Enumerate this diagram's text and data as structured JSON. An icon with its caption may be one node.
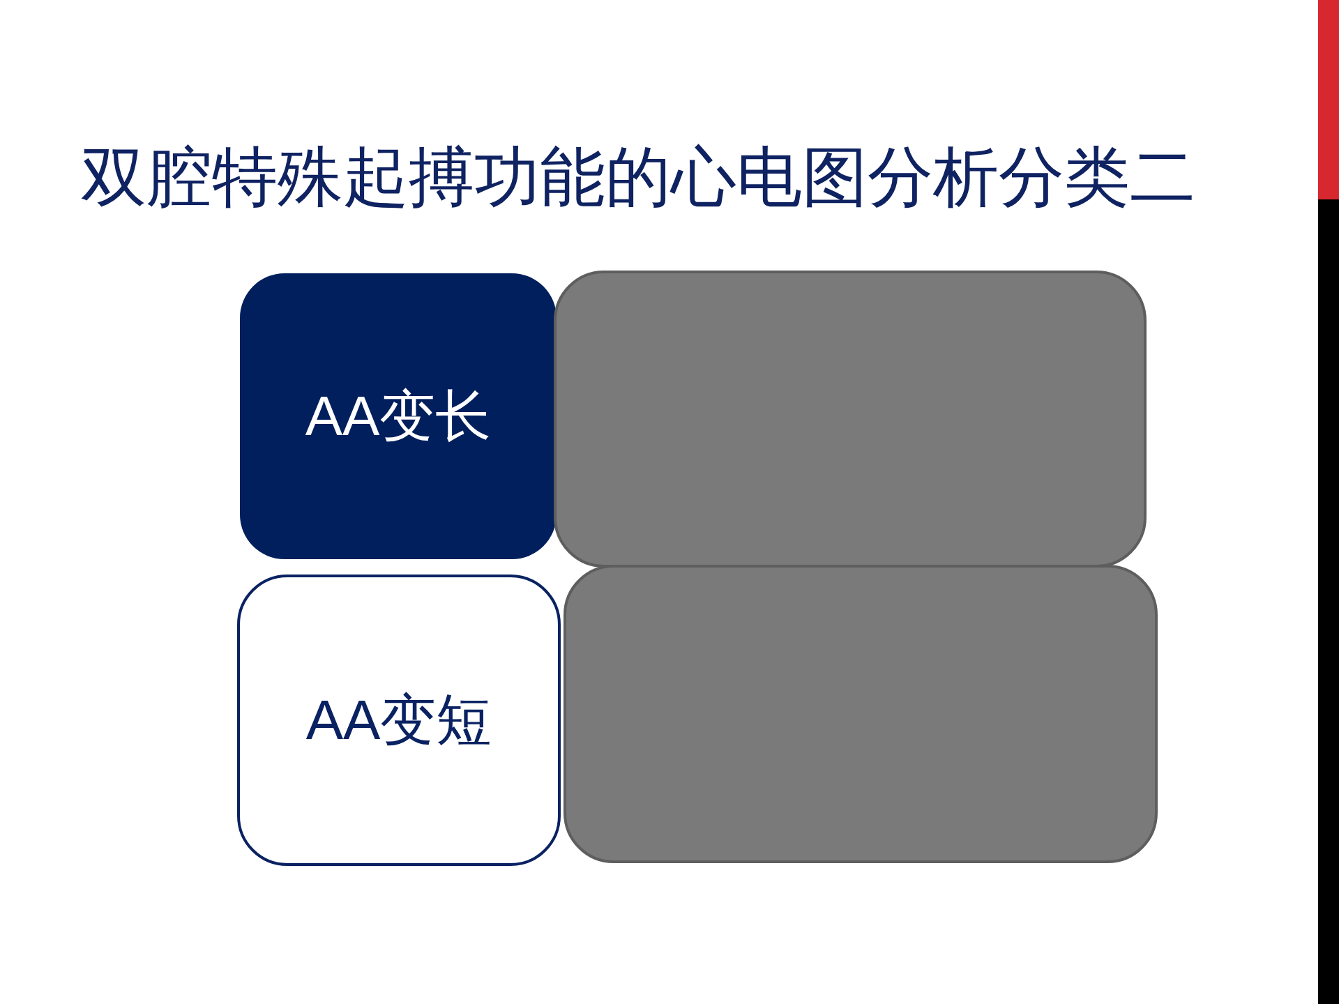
{
  "diagram": {
    "title": "双腔特殊起搏功能的心电图分析分类二",
    "nodes": [
      {
        "text": [
          "AA变长"
        ]
      },
      {
        "text": [],
        "shape": "box"
      },
      {
        "text": [
          "AA变短"
        ]
      },
      {
        "text": [],
        "shape": "box"
      }
    ]
  }
}
